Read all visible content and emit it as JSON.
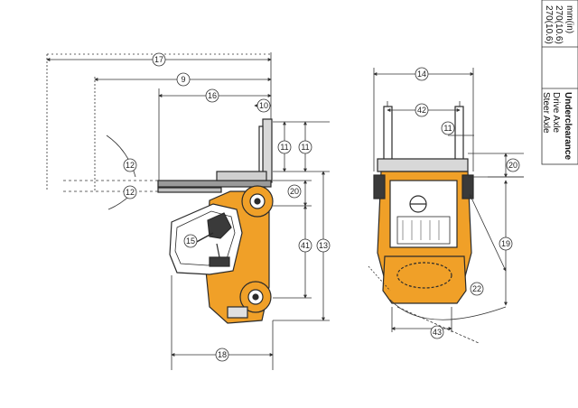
{
  "table": {
    "unit_header": "mm(in)",
    "title": "Underclearance",
    "rows": [
      {
        "label": "Drive Axle",
        "value": "270(10.6)"
      },
      {
        "label": "Steer Axle",
        "value": "270(10.6)"
      }
    ]
  },
  "dimension_callouts": {
    "side_view": [
      "17",
      "9",
      "16",
      "10",
      "11",
      "11",
      "12",
      "12",
      "20",
      "15",
      "41",
      "13",
      "18"
    ],
    "top_view": [
      "14",
      "42",
      "11",
      "20",
      "19",
      "22",
      "43"
    ]
  },
  "colors": {
    "truck_body": "#F0A028",
    "outline": "#2a2a2a",
    "dimension_line": "#333333",
    "background": "#ffffff"
  }
}
